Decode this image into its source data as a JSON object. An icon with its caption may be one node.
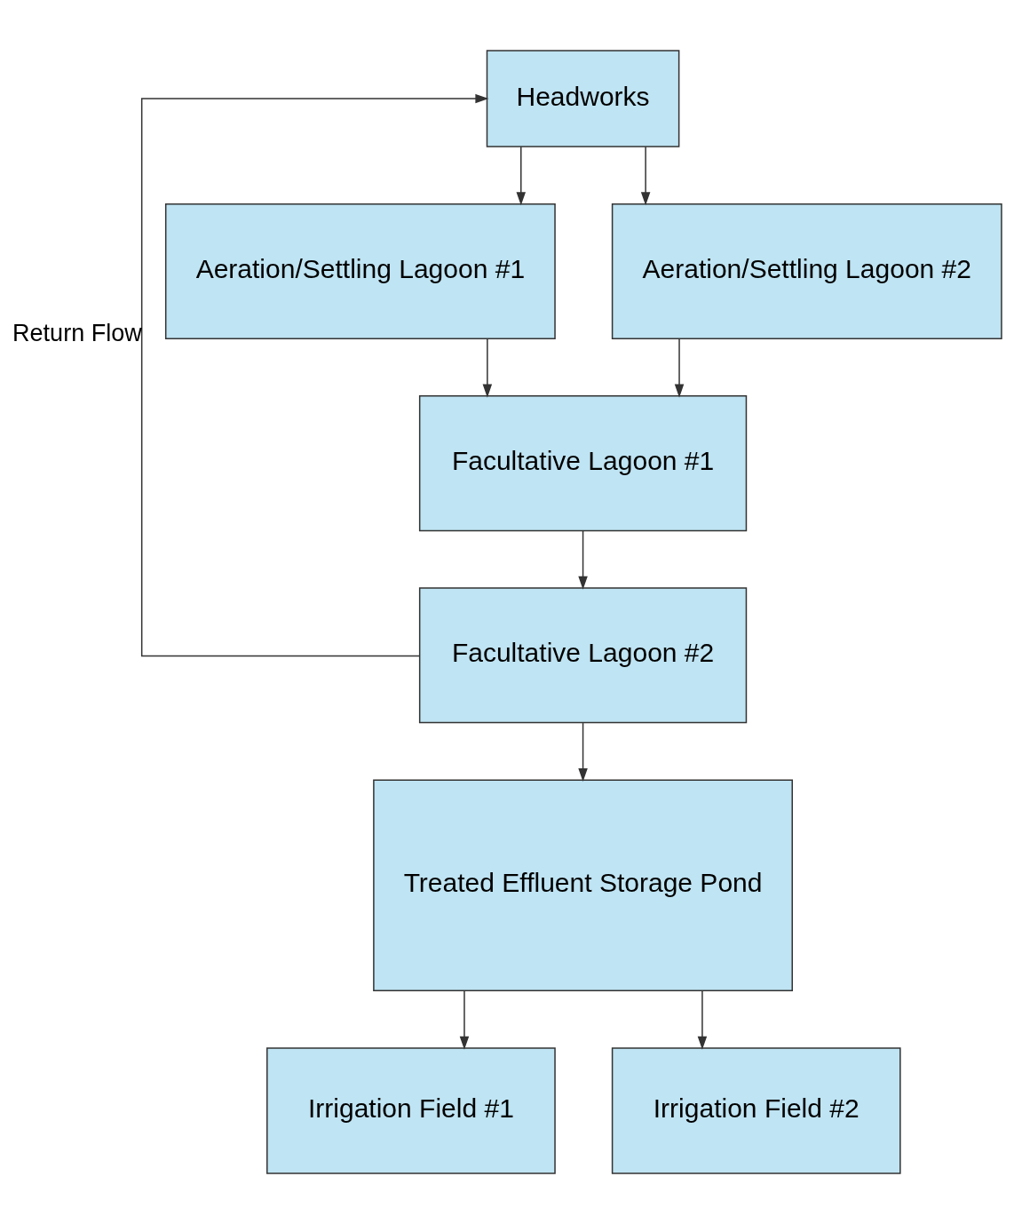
{
  "diagram": {
    "nodes": [
      {
        "text": [
          "Headworks"
        ]
      },
      {
        "text": [
          "Aeration/Settling Lagoon #1"
        ]
      },
      {
        "text": [
          "Aeration/Settling Lagoon #2"
        ]
      },
      {
        "text": [
          "Facultative Lagoon #1"
        ]
      },
      {
        "text": [
          "Facultative Lagoon #2"
        ]
      },
      {
        "text": [
          "Treated Effluent Storage Pond"
        ]
      },
      {
        "text": [
          "Irrigation Field #1"
        ]
      },
      {
        "text": [
          "Irrigation Field #2"
        ]
      }
    ],
    "edges": [
      {
        "from": 0,
        "to": 1,
        "arrow": "to"
      },
      {
        "from": 0,
        "to": 2,
        "arrow": "to"
      },
      {
        "from": 1,
        "to": 3,
        "arrow": "to"
      },
      {
        "from": 2,
        "to": 3,
        "arrow": "to"
      },
      {
        "from": 3,
        "to": 4,
        "arrow": "to"
      },
      {
        "from": 4,
        "to": 5,
        "arrow": "to"
      },
      {
        "from": 5,
        "to": 6,
        "arrow": "to"
      },
      {
        "from": 5,
        "to": 7,
        "arrow": "to"
      },
      {
        "from": 4,
        "to": 0,
        "arrow": "to",
        "label": "Return Flow"
      }
    ]
  }
}
